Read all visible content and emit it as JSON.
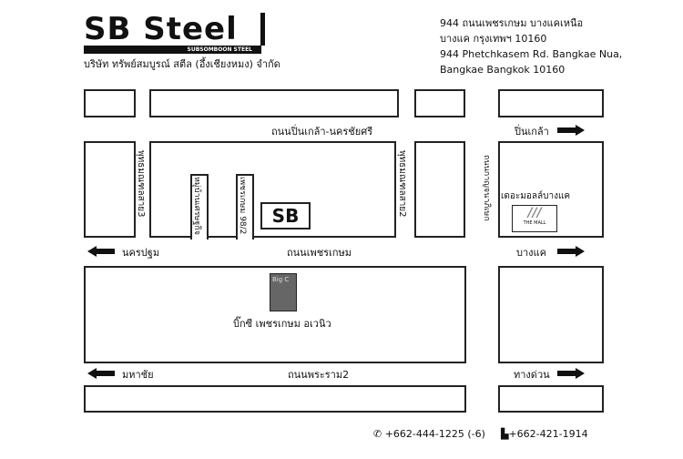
{
  "header": {
    "logo_text": "SB Steel",
    "logo_sub": "SUBSOMBOON STEEL",
    "company_th": "บริษัท ทรัพย์สมบูรณ์ สตีล (อึ้งเชียงหมง) จำกัด",
    "address": [
      "944 ถนนเพชรเกษม บางแคเหนือ",
      "บางแค กรุงเทพฯ 10160",
      "944 Phetchkasem Rd. Bangkae Nua,",
      "Bangkae Bangkok 10160"
    ]
  },
  "roads": {
    "pinklao_road": "ถนนปิ่นเกล้า-นครชัยศรี",
    "pinklao_dir": "ปิ่นเกล้า",
    "phetkasem_road": "ถนนเพชรเกษม",
    "nakhonpathom_dir": "นครปฐม",
    "bangkhae_dir": "บางแค",
    "rama2_road": "ถนนพระราม2",
    "mahachai_dir": "มหาชัย",
    "expressway_dir": "ทางด่วน",
    "phutthamonthon3": "พุทธมณฑลสาย3",
    "phutthamonthon2": "พุทธมณฑลสาย2",
    "village_soi": "หมู่บ้านเศรษฐกิจ",
    "soi_98_2": "เพชรเกษม 98/2",
    "kanchana_road": "ถนนกาญจนาภิเษก"
  },
  "landmarks": {
    "sb": "SB",
    "the_mall": "เดอะมอลล์บางแค",
    "the_mall_logo": "THE MALL",
    "bigc": "บิ๊กซี เพชรเกษม อเวนิว",
    "bigc_logo": "Big C"
  },
  "contact": {
    "phone": "+662-444-1225 (-6)",
    "fax": "+662-421-1914"
  }
}
